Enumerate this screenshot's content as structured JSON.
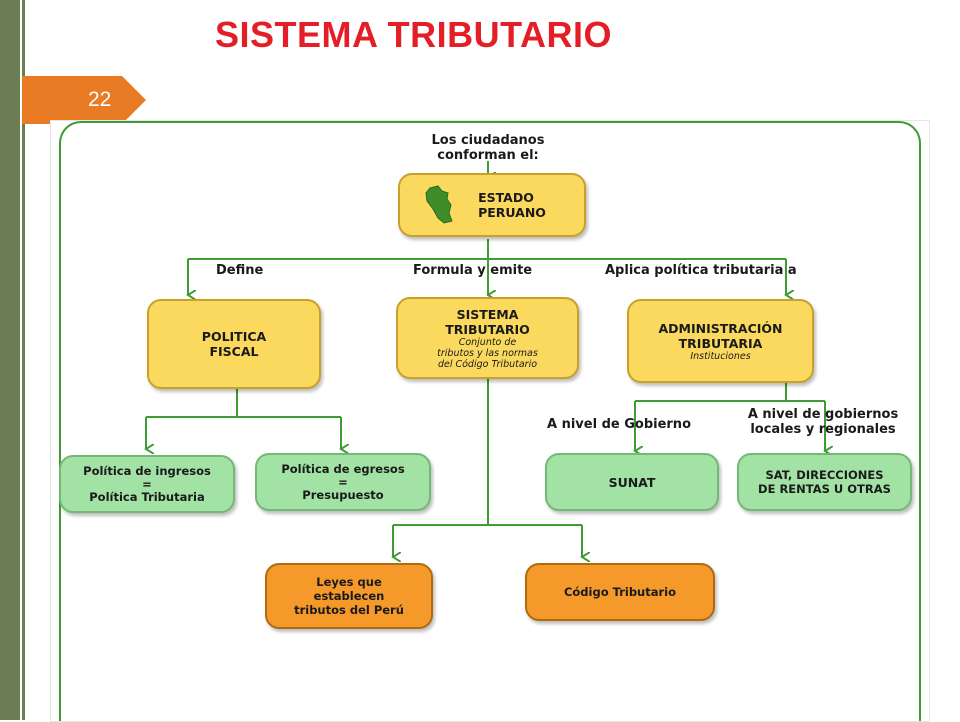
{
  "slide": {
    "title": "SISTEMA TRIBUTARIO",
    "number": "22"
  },
  "colors": {
    "title": "#e41e26",
    "accent_orange": "#e97b25",
    "sidebar_green": "#6b7d52",
    "box_yellow": "#fbd95f",
    "box_green": "#a2e2a4",
    "box_orange": "#f5992a",
    "arrow_green": "#3f9b33"
  },
  "diagram": {
    "intro": "Los ciudadanos\nconforman el:",
    "estado": {
      "main": "ESTADO\nPERUANO",
      "icon": "peru-map-icon"
    },
    "edges": {
      "define": "Define",
      "formula": "Formula y emite",
      "aplica": "Aplica política tributaria a",
      "gobierno": "A nivel de Gobierno",
      "locales": "A nivel de gobiernos\nlocales y regionales"
    },
    "politica_fiscal": {
      "main": "POLITICA\nFISCAL"
    },
    "sistema_tributario": {
      "main": "SISTEMA\nTRIBUTARIO",
      "sub": "Conjunto de\ntributos y las normas\ndel Código Tributario"
    },
    "administracion": {
      "main": "ADMINISTRACIÓN\nTRIBUTARIA",
      "sub": "Instituciones"
    },
    "politica_ingresos": {
      "main": "Política de ingresos\n=\nPolítica Tributaria"
    },
    "politica_egresos": {
      "main": "Política de egresos\n=\nPresupuesto"
    },
    "sunat": {
      "main": "SUNAT"
    },
    "sat": {
      "main": "SAT, DIRECCIONES\nDE RENTAS U OTRAS"
    },
    "leyes": {
      "main": "Leyes que\nestablecen\ntributos del Perú"
    },
    "codigo": {
      "main": "Código Tributario"
    }
  }
}
